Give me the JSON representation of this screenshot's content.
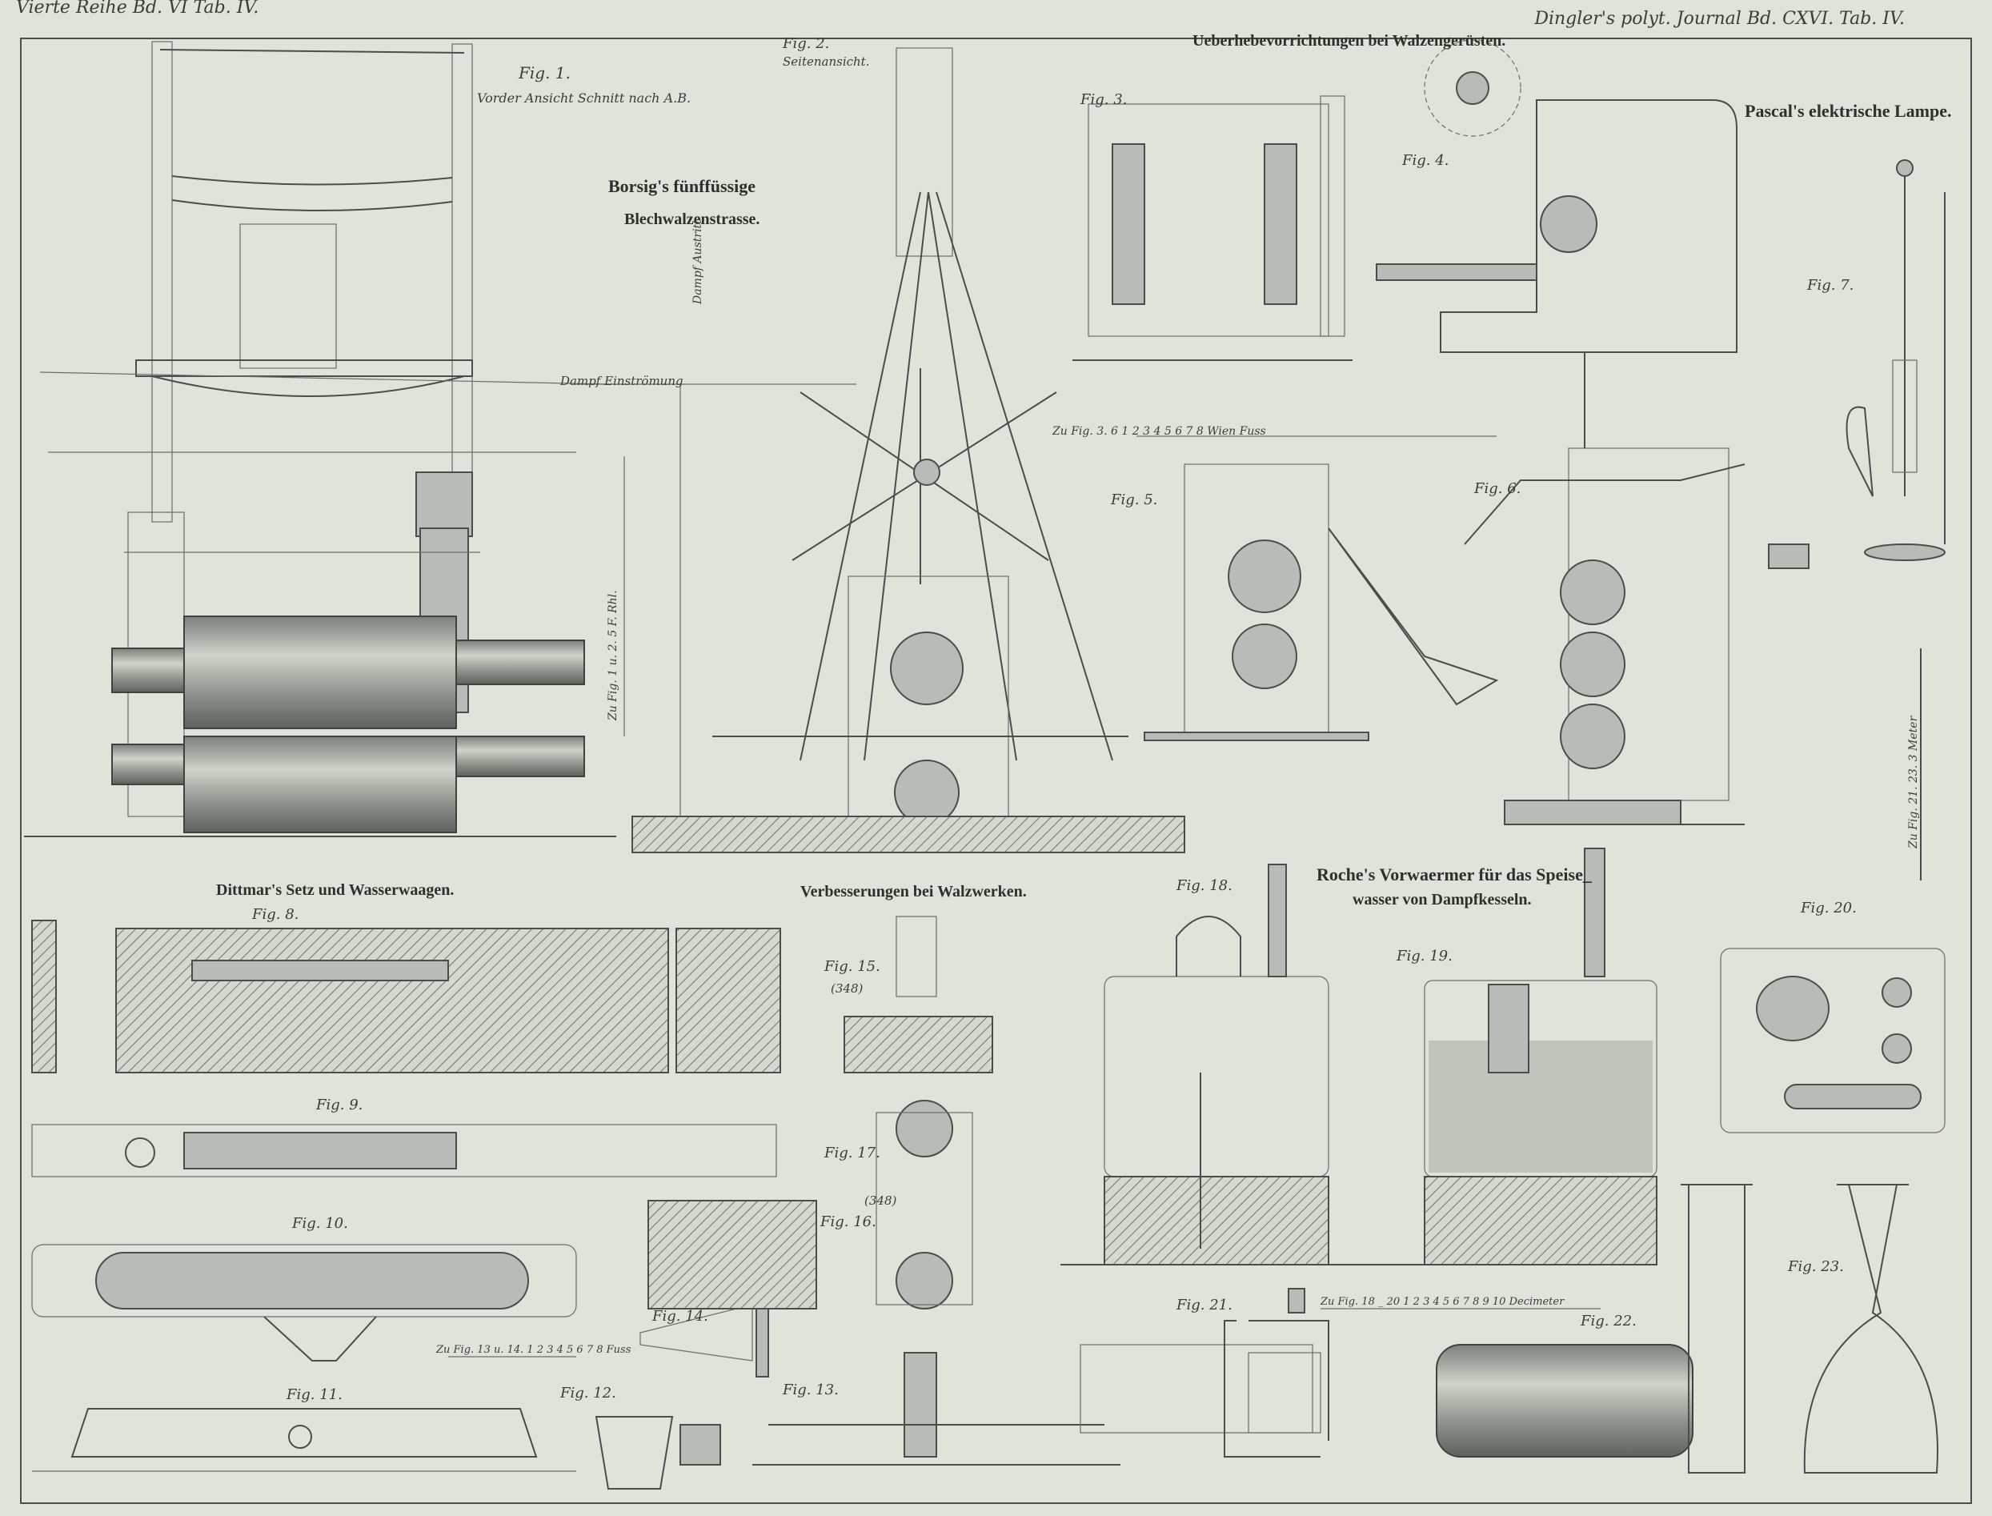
{
  "header": {
    "left": "Vierte Reihe Bd. VI Tab. IV.",
    "right": "Dingler's polyt. Journal Bd. CXVI. Tab. IV."
  },
  "titles": {
    "borsig_1": "Borsig's fünffüssige",
    "borsig_2": "Blechwalzenstrasse.",
    "ueberhebe": "Ueberhebevorrichtungen bei Walzengerüsten.",
    "pascal": "Pascal's elektrische Lampe.",
    "dittmar": "Dittmar's Setz und Wasserwaagen.",
    "verbesserungen": "Verbesserungen bei Walzwerken.",
    "roche_1": "Roche's Vorwaermer für das Speise_",
    "roche_2": "wasser von Dampfkesseln."
  },
  "captions": {
    "fig1": "Fig. 1.",
    "fig1_sub": "Vorder Ansicht Schnitt nach A.B.",
    "fig2": "Fig. 2.",
    "fig2_sub": "Seitenansicht.",
    "fig3": "Fig. 3.",
    "fig4": "Fig. 4.",
    "fig5": "Fig. 5.",
    "fig6": "Fig. 6.",
    "fig7": "Fig. 7.",
    "fig8": "Fig. 8.",
    "fig9": "Fig. 9.",
    "fig10": "Fig. 10.",
    "fig11": "Fig. 11.",
    "fig12": "Fig. 12.",
    "fig13": "Fig. 13.",
    "fig14": "Fig. 14.",
    "fig15": "Fig. 15.",
    "fig15_sub": "(348)",
    "fig16": "Fig. 16.",
    "fig17": "Fig. 17.",
    "fig17_sub": "(348)",
    "fig18": "Fig. 18.",
    "fig19": "Fig. 19.",
    "fig20": "Fig. 20.",
    "fig21": "Fig. 21.",
    "fig22": "Fig. 22.",
    "fig23": "Fig. 23.",
    "dampf": "Dampf Einströmung",
    "dampf_austritt": "Dampf Austritt"
  },
  "scales": {
    "fig3_6": "Zu Fig. 3. 6   1 2 3 4 5 6 7 8 Wien Fuss",
    "fig1_2": "Zu Fig. 1 u. 2.   5 F. Rhl.",
    "fig13_14": "Zu Fig. 13 u. 14.   1 2 3 4 5 6 7 8 Fuss",
    "fig18_20": "Zu Fig. 18 _ 20   1 2 3 4 5 6 7 8 9 10 Decimeter",
    "fig21_23": "Zu Fig. 21. 23.   3 Meter"
  }
}
